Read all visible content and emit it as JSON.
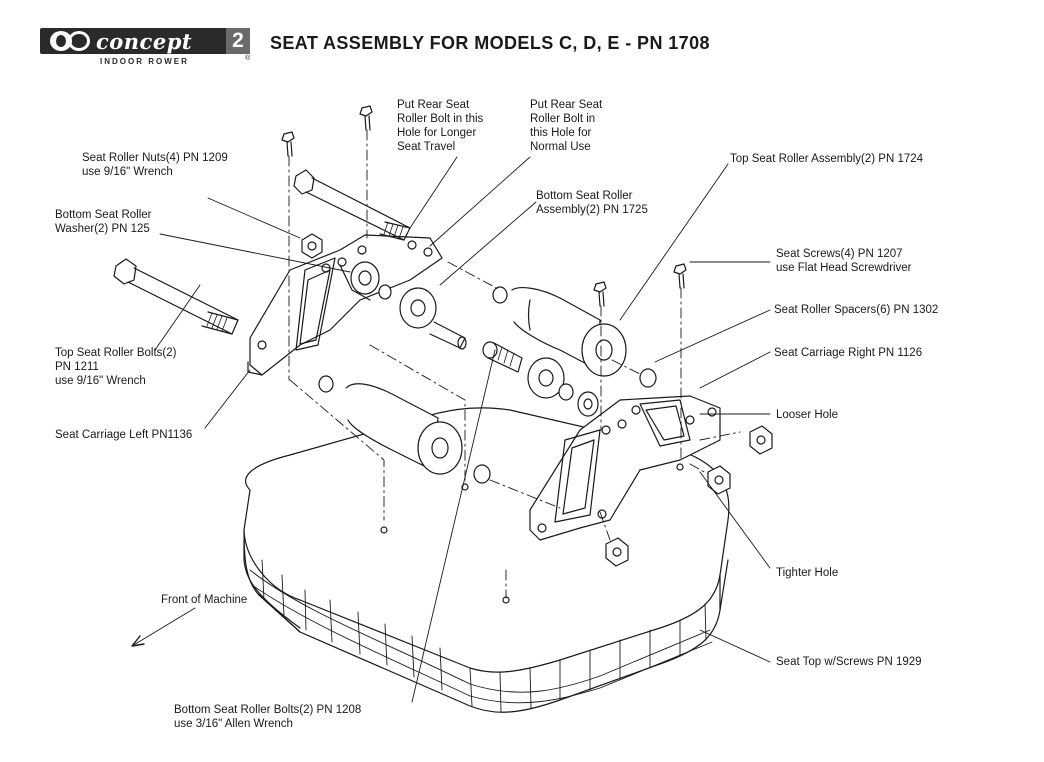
{
  "logo": {
    "wordmark": "concept",
    "number": "2",
    "subtitle": "INDOOR ROWER",
    "registered": "®"
  },
  "title": "SEAT ASSEMBLY FOR MODELS C, D, E - PN 1708",
  "callouts": {
    "rear_bolt_longer": [
      "Put Rear Seat",
      "Roller Bolt in this",
      "Hole for Longer",
      "Seat Travel"
    ],
    "rear_bolt_normal": [
      "Put Rear Seat",
      "Roller Bolt in",
      "this Hole for",
      "Normal Use"
    ],
    "roller_nuts": [
      "Seat Roller Nuts(4) PN 1209",
      "use 9/16\" Wrench"
    ],
    "top_roller_assembly": [
      "Top Seat Roller Assembly(2) PN 1724"
    ],
    "bottom_roller_washer": [
      "Bottom Seat Roller",
      "Washer(2) PN 125"
    ],
    "bottom_roller_assembly": [
      "Bottom Seat Roller",
      "Assembly(2) PN 1725"
    ],
    "seat_screws": [
      "Seat Screws(4) PN 1207",
      "use Flat Head Screwdriver"
    ],
    "roller_spacers": [
      "Seat Roller Spacers(6) PN 1302"
    ],
    "top_roller_bolts": [
      "Top Seat Roller Bolts(2)",
      "PN 1211",
      "use 9/16\" Wrench"
    ],
    "carriage_right": [
      "Seat Carriage Right PN 1126"
    ],
    "looser_hole": [
      "Looser Hole"
    ],
    "carriage_left": [
      "Seat Carriage Left PN1136"
    ],
    "tighter_hole": [
      "Tighter Hole"
    ],
    "front_of_machine": [
      "Front of Machine"
    ],
    "seat_top": [
      "Seat Top w/Screws PN 1929"
    ],
    "bottom_roller_bolts": [
      "Bottom Seat Roller Bolts(2) PN 1208",
      "use 3/16\" Allen Wrench"
    ]
  }
}
